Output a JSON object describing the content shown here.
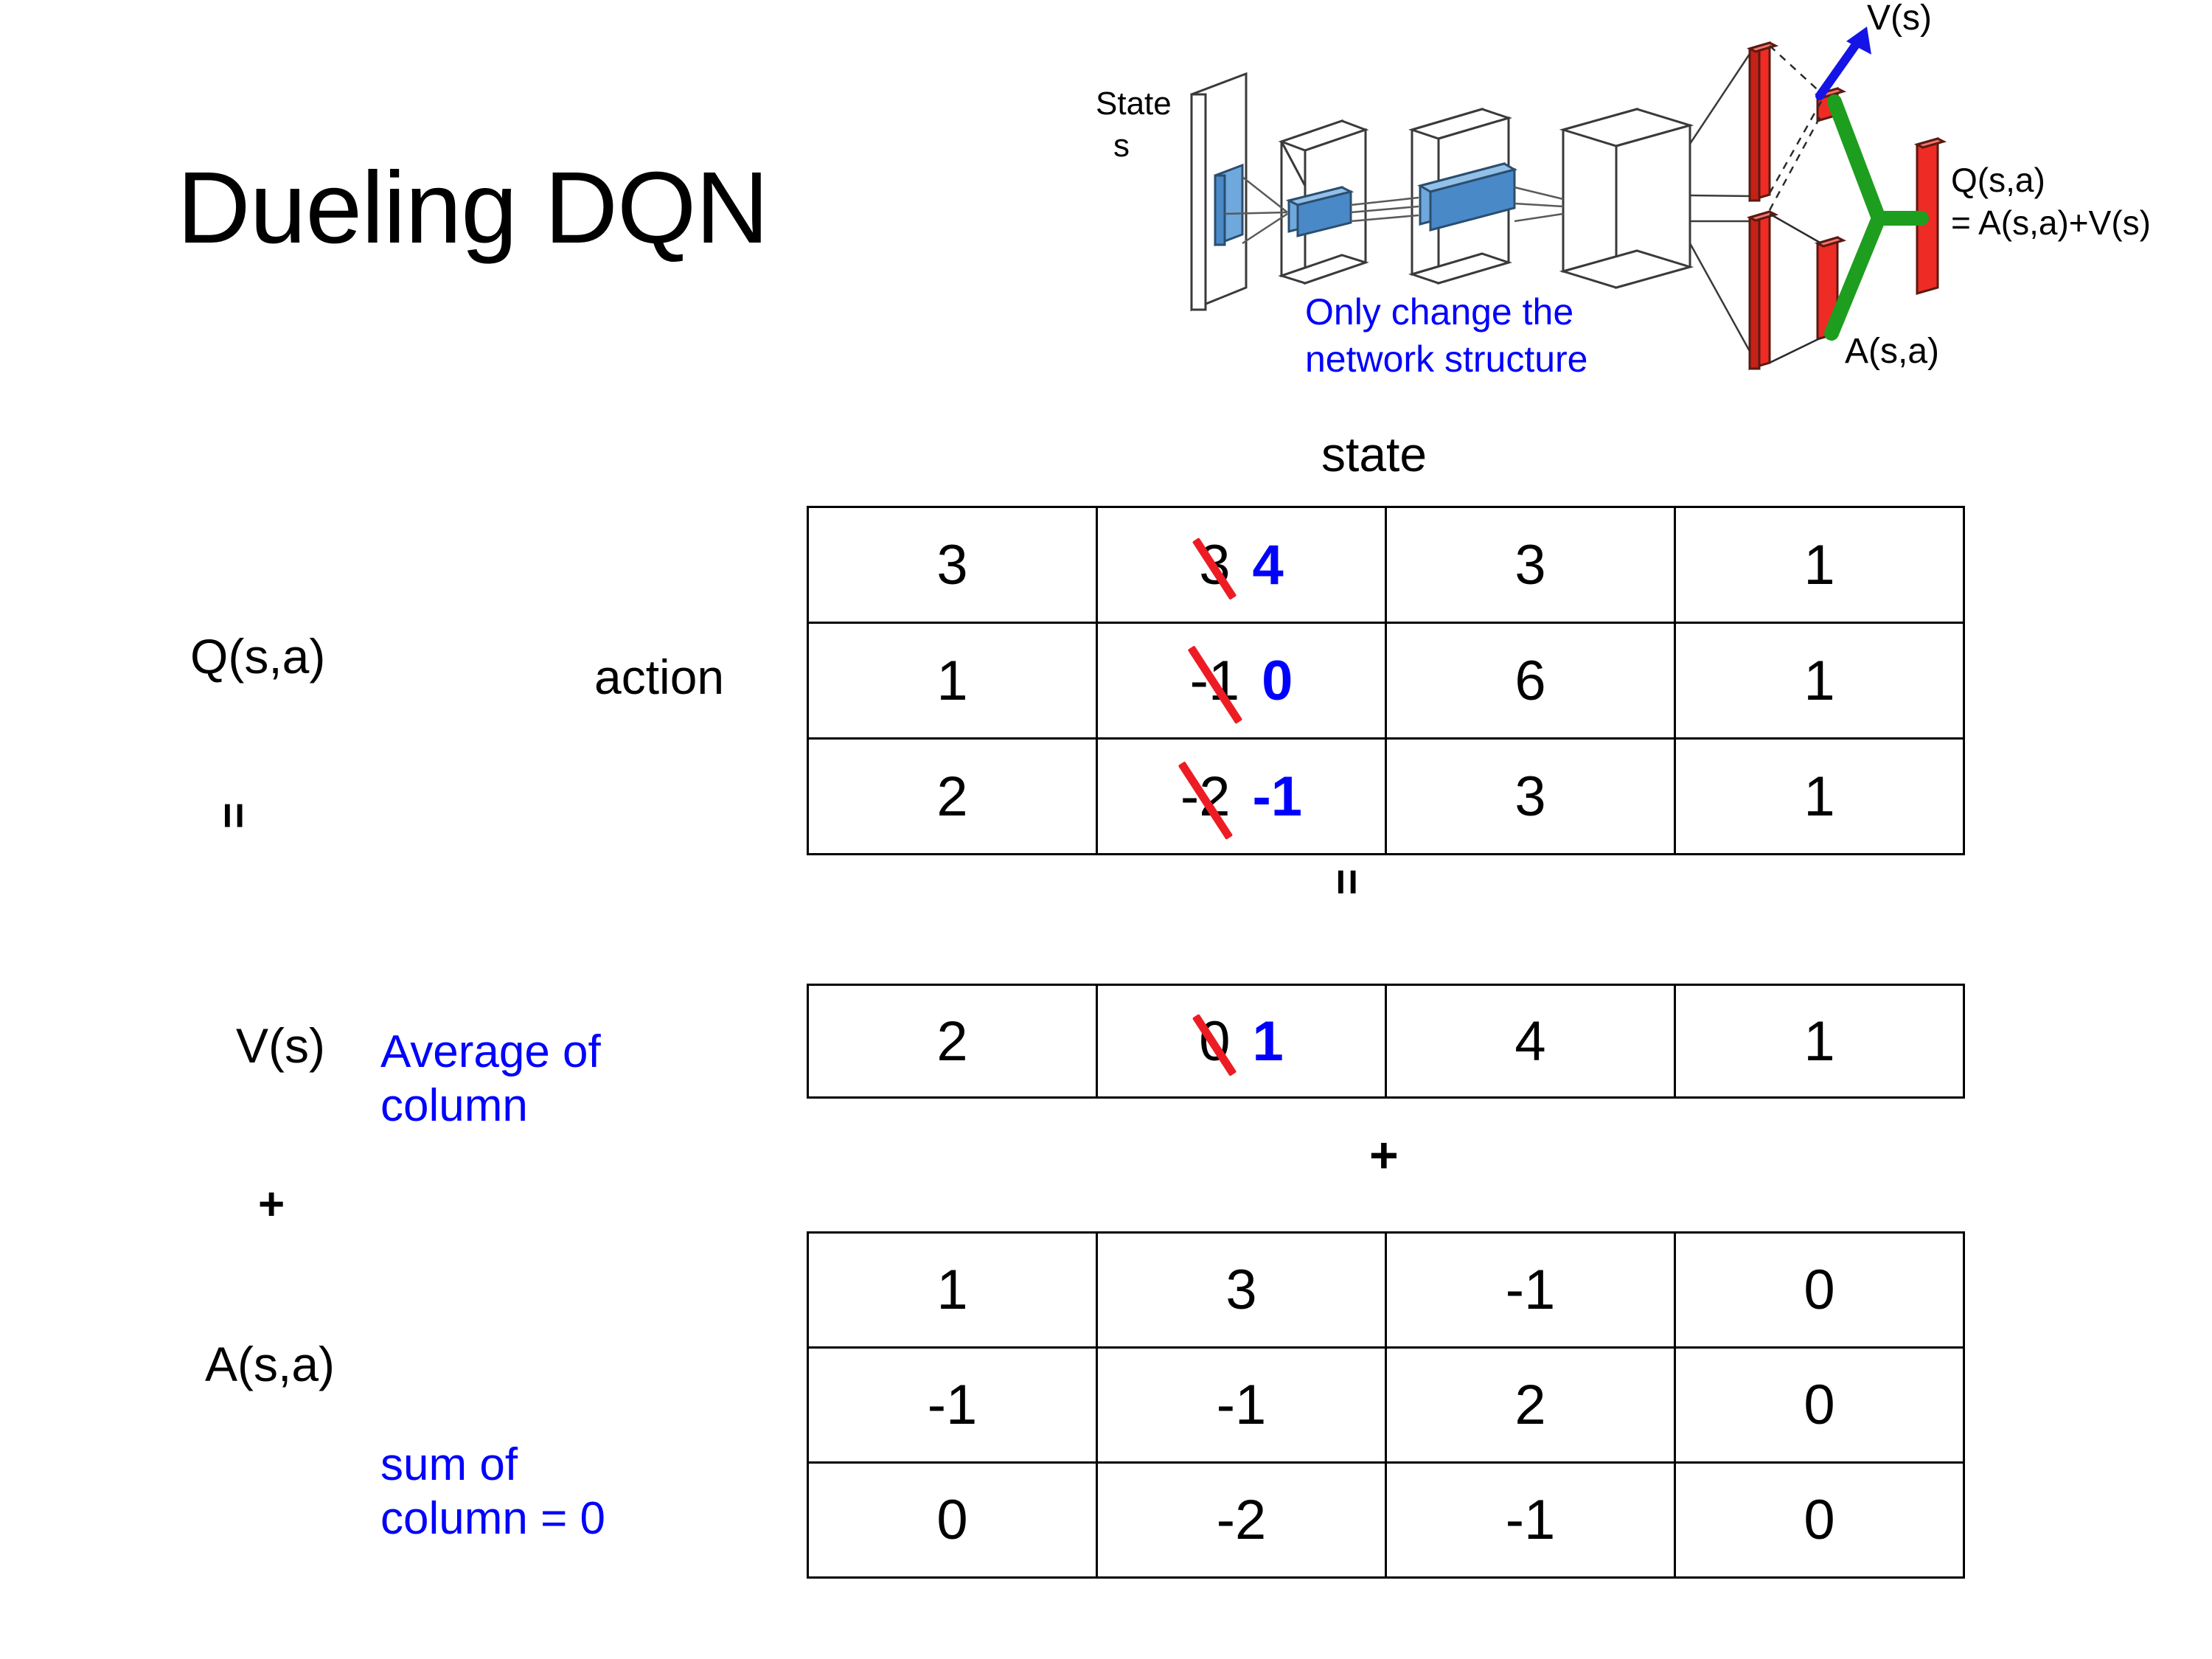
{
  "title": "Dueling DQN",
  "colors": {
    "accent_blue": "#0000FF",
    "strike_red": "#ED1C24",
    "node_red": "#EE2B24",
    "node_blue": "#5B9BD5",
    "link_green": "#1E9E1E",
    "arrow_blue": "#1414E6"
  },
  "diagram": {
    "input_label_line1": "State",
    "input_label_line2": "s",
    "value_output_label": "V(s)",
    "advantage_output_label": "A(s,a)",
    "q_output_label_line1": "Q(s,a)",
    "q_output_label_line2": "= A(s,a)+V(s)",
    "note_line1": "Only change the",
    "note_line2": "network structure"
  },
  "axes": {
    "state_label": "state",
    "action_label": "action"
  },
  "equation": {
    "q_label": "Q(s,a)",
    "equals_symbol": "=",
    "v_label": "V(s)",
    "plus_symbol": "+",
    "a_label": "A(s,a)",
    "mid_equals_symbol": "=",
    "mid_plus_symbol": "+",
    "note_v_line1": "Average of",
    "note_v_line2": "column",
    "note_a_line1": "sum of",
    "note_a_line2": "column = 0"
  },
  "chart_data": {
    "type": "table",
    "title": "Dueling DQN value decomposition Q(s,a) = V(s) + A(s,a)",
    "xlabel": "state",
    "ylabel": "action",
    "tables": [
      {
        "name": "Q(s,a)",
        "rows": [
          [
            {
              "value": "3"
            },
            {
              "value": "3",
              "revised": "4",
              "struck": true
            },
            {
              "value": "3"
            },
            {
              "value": "1"
            }
          ],
          [
            {
              "value": "1"
            },
            {
              "value": "-1",
              "revised": "0",
              "struck": true
            },
            {
              "value": "6"
            },
            {
              "value": "1"
            }
          ],
          [
            {
              "value": "2"
            },
            {
              "value": "-2",
              "revised": "-1",
              "struck": true
            },
            {
              "value": "3"
            },
            {
              "value": "1"
            }
          ]
        ]
      },
      {
        "name": "V(s)",
        "rows": [
          [
            {
              "value": "2"
            },
            {
              "value": "0",
              "revised": "1",
              "struck": true
            },
            {
              "value": "4"
            },
            {
              "value": "1"
            }
          ]
        ]
      },
      {
        "name": "A(s,a)",
        "rows": [
          [
            {
              "value": "1"
            },
            {
              "value": "3"
            },
            {
              "value": "-1"
            },
            {
              "value": "0"
            }
          ],
          [
            {
              "value": "-1"
            },
            {
              "value": "-1"
            },
            {
              "value": "2"
            },
            {
              "value": "0"
            }
          ],
          [
            {
              "value": "0"
            },
            {
              "value": "-2"
            },
            {
              "value": "-1"
            },
            {
              "value": "0"
            }
          ]
        ]
      }
    ]
  }
}
